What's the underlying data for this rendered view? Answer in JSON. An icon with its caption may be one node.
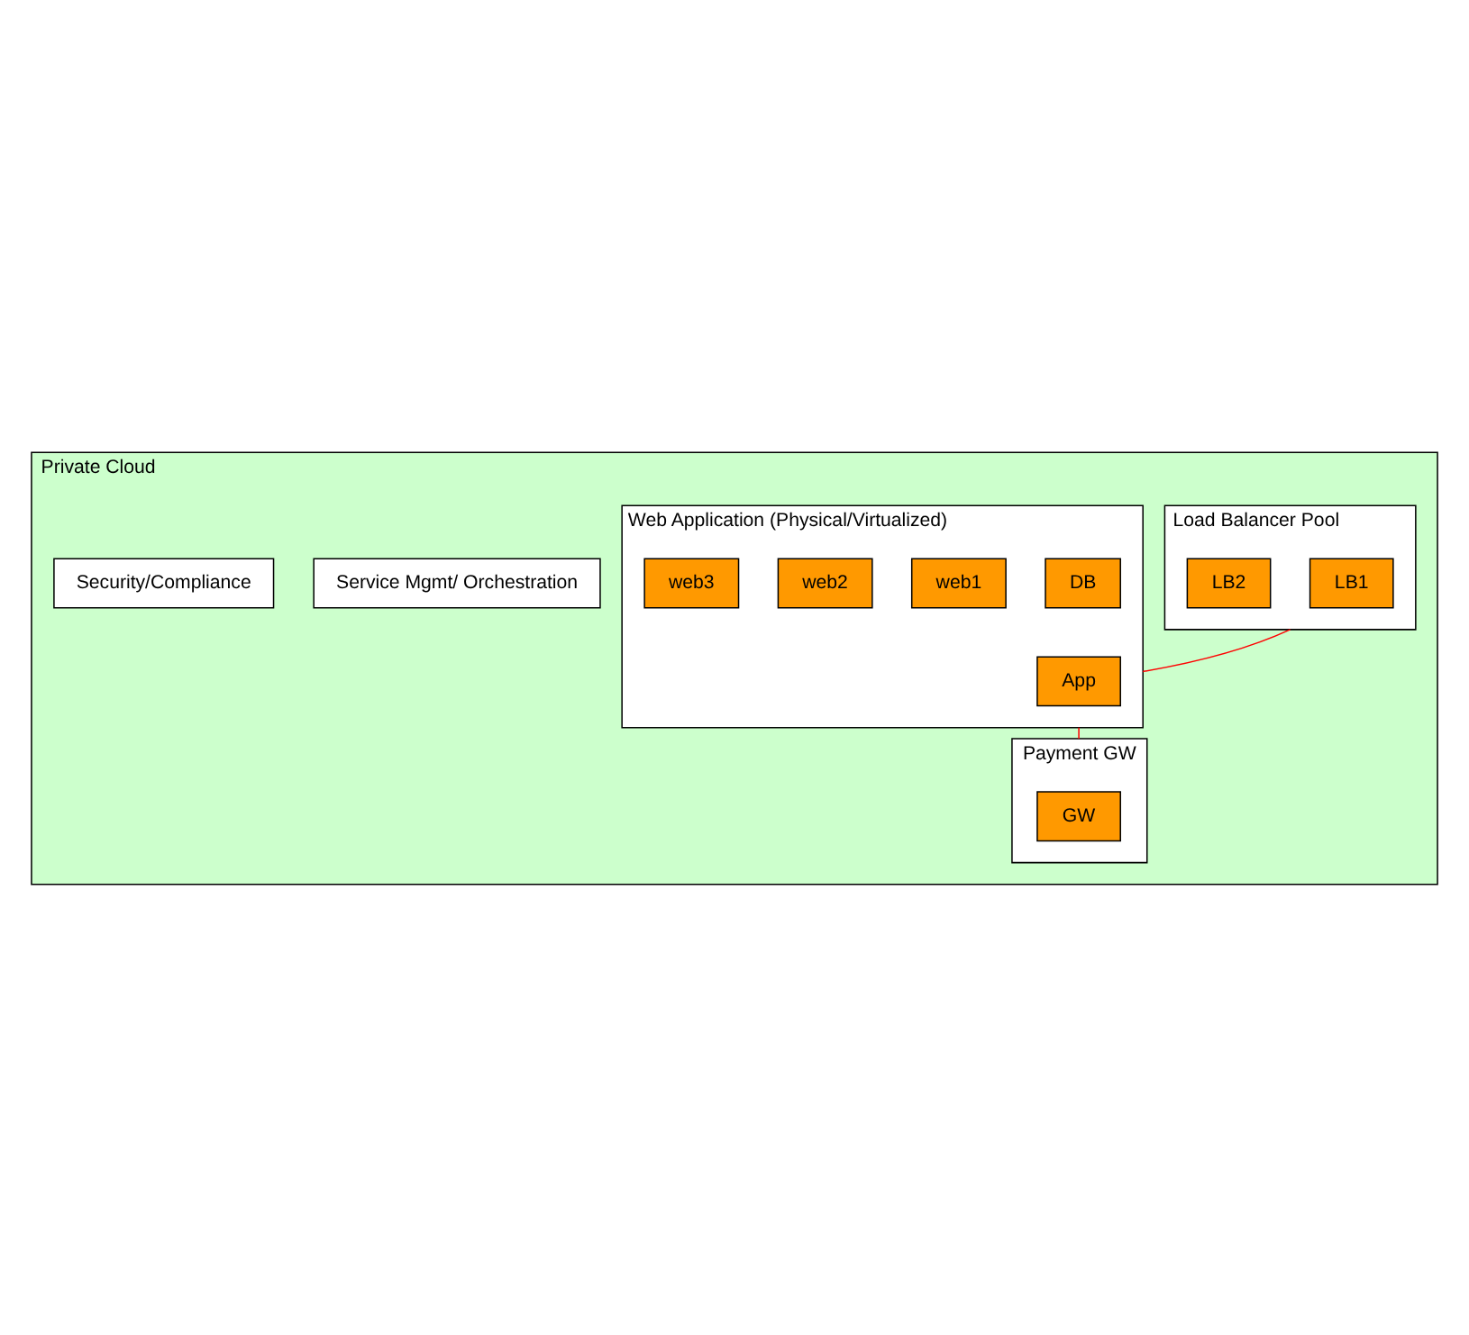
{
  "diagram": {
    "nodes": [
      {
        "text": [
          "Private Cloud"
        ]
      },
      {
        "text": [
          "Service Mgmt/ Orchestration"
        ],
        "in": 0
      },
      {
        "text": [
          "Security/Compliance"
        ],
        "in": 0
      },
      {
        "text": [
          "Load Balancer Pool"
        ],
        "in": 0
      },
      {
        "text": [
          "LB1"
        ],
        "in": 3
      },
      {
        "text": [
          "LB2"
        ],
        "in": 3
      },
      {
        "text": [
          "Web Application (Physical/Virtualized)"
        ],
        "in": 0
      },
      {
        "text": [
          "App"
        ],
        "in": 6
      },
      {
        "text": [
          "DB"
        ],
        "in": 6
      },
      {
        "text": [
          "web1"
        ],
        "in": 6
      },
      {
        "text": [
          "web2"
        ],
        "in": 6
      },
      {
        "text": [
          "web3"
        ],
        "in": 6
      },
      {
        "text": [
          "Payment GW"
        ],
        "in": 0
      },
      {
        "text": [
          "GW"
        ],
        "in": 12
      }
    ],
    "edges": [
      {
        "from": 3,
        "to": 6,
        "arrow": "none"
      },
      {
        "from": 6,
        "to": 12,
        "arrow": "none"
      }
    ]
  }
}
